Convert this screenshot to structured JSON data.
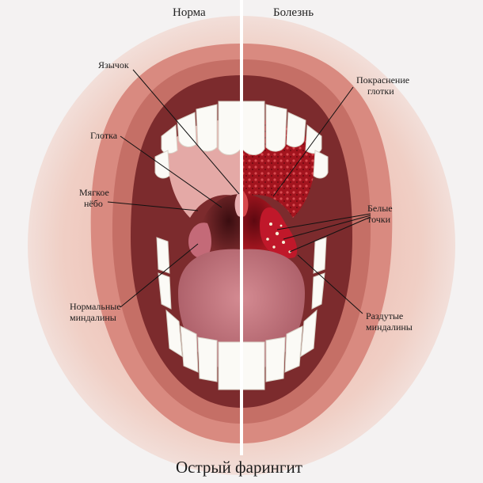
{
  "headers": {
    "left": "Норма",
    "right": "Болезнь"
  },
  "title": "Острый фарингит",
  "labels": {
    "uvula": "Язычок",
    "pharynx": "Глотка",
    "soft_palate_1": "Мягкое",
    "soft_palate_2": "нёбо",
    "normal_tonsils_1": "Нормальные",
    "normal_tonsils_2": "миндалины",
    "throat_redness_1": "Покраснение",
    "throat_redness_2": "глотки",
    "white_spots_1": "Белые",
    "white_spots_2": "точки",
    "swollen_tonsils_1": "Раздутые",
    "swollen_tonsils_2": "миндалины"
  },
  "colors": {
    "lips": "#d98a80",
    "skin": "#f2d8cf",
    "throat_normal": "#5a1a1e",
    "throat_inflamed": "#8a0f18",
    "tongue": "#c97e86",
    "palate": "#e4a9a6",
    "tooth": "#fbfaf6",
    "tonsil_normal": "#c46a78",
    "tonsil_inflamed": "#c0182a",
    "divider": "#ffffff",
    "leader": "#111111"
  }
}
